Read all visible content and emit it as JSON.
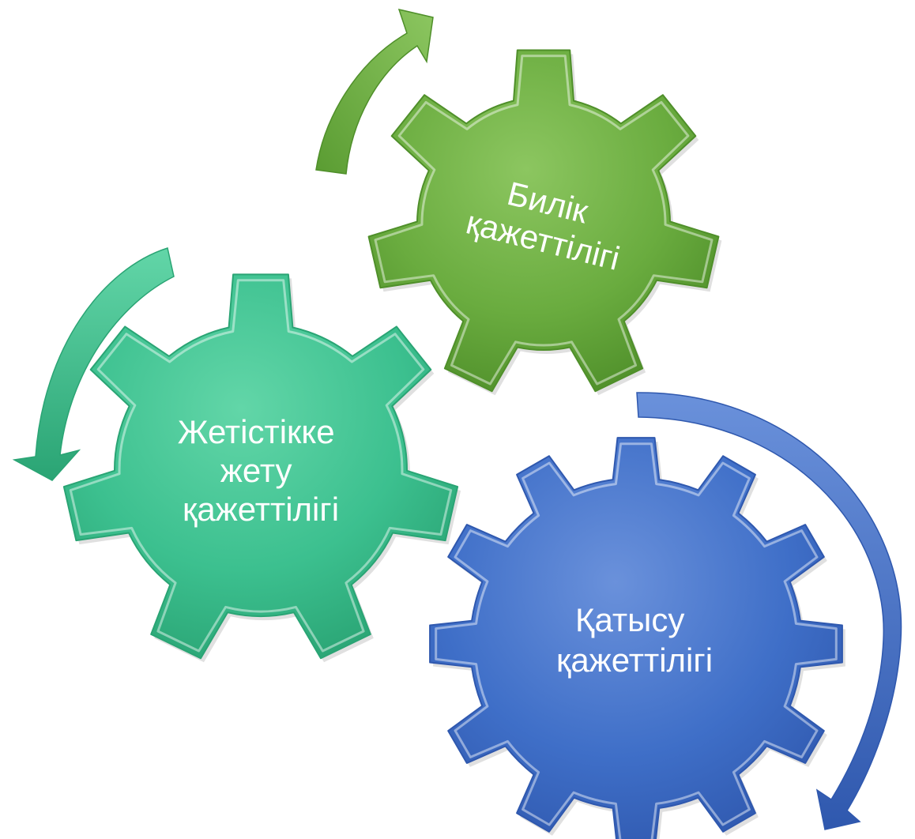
{
  "gears": [
    {
      "id": "bilik",
      "lines": [
        "Билік",
        "қажеттілігі"
      ],
      "color": "#6aac3f",
      "color_light": "#8cc660",
      "color_dark": "#4f8f2a",
      "rotation_label_deg": 14
    },
    {
      "id": "zhetistik",
      "lines": [
        "Жетістікке",
        "жету",
        "қажеттілігі"
      ],
      "color": "#3cc08f",
      "color_light": "#62d6a8",
      "color_dark": "#2aa474",
      "rotation_label_deg": 0
    },
    {
      "id": "katysu",
      "lines": [
        "Қатысу",
        "қажеттілігі"
      ],
      "color": "#3f6fc8",
      "color_light": "#6a91db",
      "color_dark": "#2f58ae",
      "rotation_label_deg": 0
    }
  ],
  "arrows": [
    {
      "id": "arrow-bilik",
      "color": "#6aac3f"
    },
    {
      "id": "arrow-zhetistik",
      "color": "#3cc08f"
    },
    {
      "id": "arrow-katysu",
      "color": "#3f6fc8"
    }
  ]
}
